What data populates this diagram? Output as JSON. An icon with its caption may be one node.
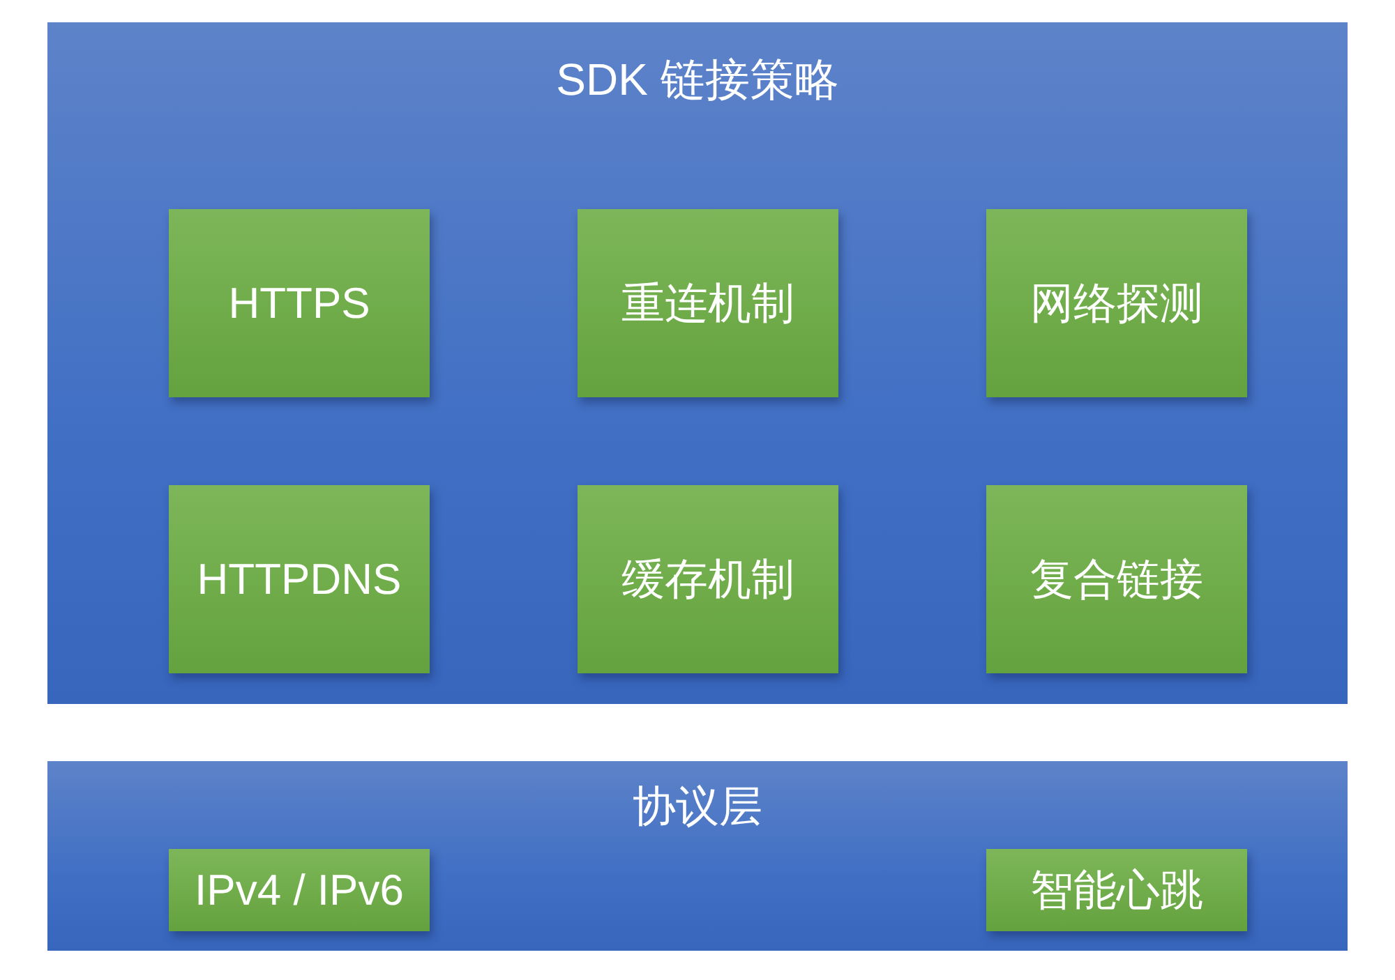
{
  "diagram": {
    "nodes": [
      {
        "text": [
          "SDK 链接策略"
        ]
      },
      {
        "text": [
          "HTTPS"
        ],
        "in": 0
      },
      {
        "text": [
          "重连机制"
        ],
        "in": 0
      },
      {
        "text": [
          "网络探测"
        ],
        "in": 0
      },
      {
        "text": [
          "HTTPDNS"
        ],
        "in": 0
      },
      {
        "text": [
          "缓存机制"
        ],
        "in": 0
      },
      {
        "text": [
          "复合链接"
        ],
        "in": 0
      },
      {
        "text": [
          "协议层"
        ]
      },
      {
        "text": [
          "IPv4 / IPv6"
        ],
        "in": 7
      },
      {
        "text": [
          "智能心跳"
        ],
        "in": 7
      }
    ]
  }
}
